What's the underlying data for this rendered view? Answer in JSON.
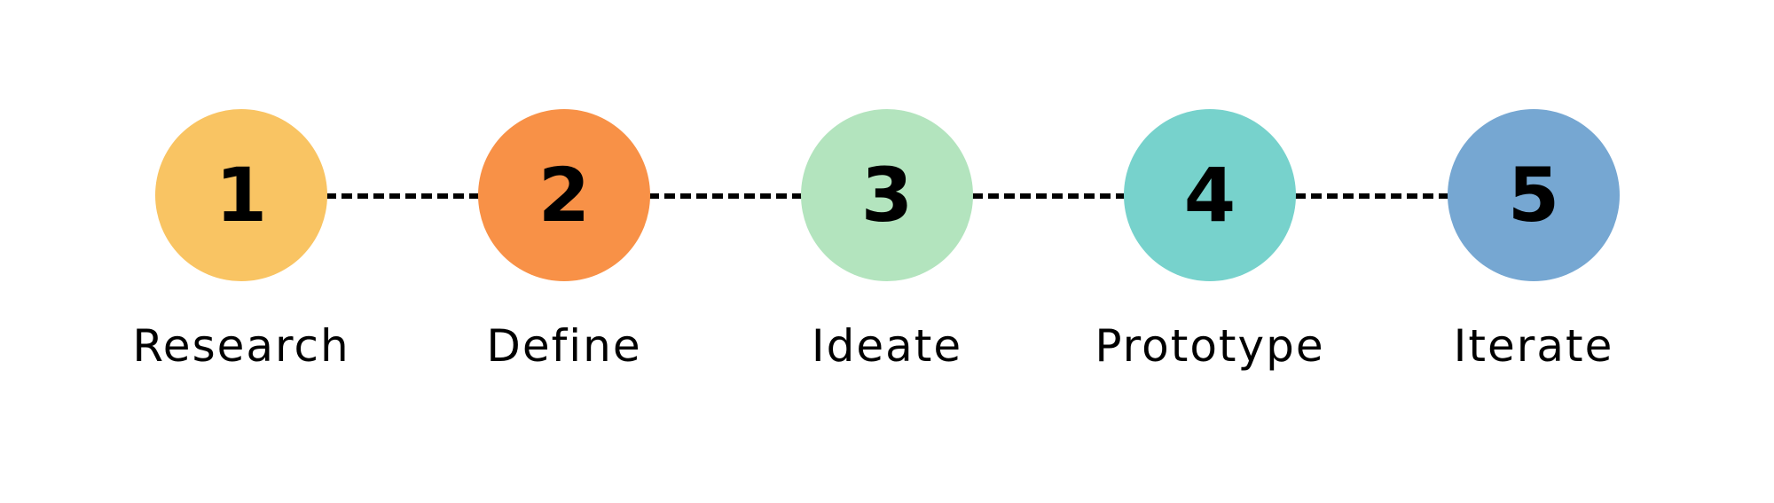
{
  "steps": [
    {
      "number": "1",
      "label": "Research",
      "color": "#F9C463"
    },
    {
      "number": "2",
      "label": "Define",
      "color": "#F89147"
    },
    {
      "number": "3",
      "label": "Ideate",
      "color": "#B3E4BE"
    },
    {
      "number": "4",
      "label": "Prototype",
      "color": "#77D2CC"
    },
    {
      "number": "5",
      "label": "Iterate",
      "color": "#76A7D2"
    }
  ],
  "connector_color": "#000000"
}
